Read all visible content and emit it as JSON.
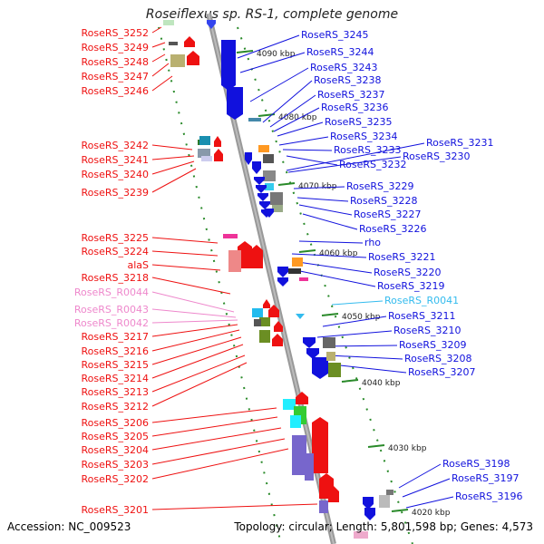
{
  "title": "Roseiflexus sp. RS-1, complete genome",
  "footer": {
    "accession": "Accession: NC_009523",
    "summary": "Topology: circular; Length: 5,801,598 bp; Genes: 4,573"
  },
  "colors": {
    "forward": "#ee1111",
    "reverse": "#1111dd",
    "rna": "#ee88cc",
    "rna_reverse": "#33bbee",
    "axis": "#888888",
    "tick": "#228822"
  },
  "kbp_ticks": [
    "4090 kbp",
    "4080 kbp",
    "4070 kbp",
    "4060 kbp",
    "4050 kbp",
    "4040 kbp",
    "4030 kbp",
    "4020 kbp"
  ],
  "left_labels": [
    {
      "text": "RoseRS_3252",
      "kind": "forward"
    },
    {
      "text": "RoseRS_3249",
      "kind": "forward"
    },
    {
      "text": "RoseRS_3248",
      "kind": "forward"
    },
    {
      "text": "RoseRS_3247",
      "kind": "forward"
    },
    {
      "text": "RoseRS_3246",
      "kind": "forward"
    },
    {
      "text": "RoseRS_3242",
      "kind": "forward"
    },
    {
      "text": "RoseRS_3241",
      "kind": "forward"
    },
    {
      "text": "RoseRS_3240",
      "kind": "forward"
    },
    {
      "text": "RoseRS_3239",
      "kind": "forward"
    },
    {
      "text": "RoseRS_3225",
      "kind": "forward"
    },
    {
      "text": "RoseRS_3224",
      "kind": "forward"
    },
    {
      "text": "alaS",
      "kind": "forward"
    },
    {
      "text": "RoseRS_3218",
      "kind": "forward"
    },
    {
      "text": "RoseRS_R0044",
      "kind": "rna"
    },
    {
      "text": "RoseRS_R0043",
      "kind": "rna"
    },
    {
      "text": "RoseRS_R0042",
      "kind": "rna"
    },
    {
      "text": "RoseRS_3217",
      "kind": "forward"
    },
    {
      "text": "RoseRS_3216",
      "kind": "forward"
    },
    {
      "text": "RoseRS_3215",
      "kind": "forward"
    },
    {
      "text": "RoseRS_3214",
      "kind": "forward"
    },
    {
      "text": "RoseRS_3213",
      "kind": "forward"
    },
    {
      "text": "RoseRS_3212",
      "kind": "forward"
    },
    {
      "text": "RoseRS_3206",
      "kind": "forward"
    },
    {
      "text": "RoseRS_3205",
      "kind": "forward"
    },
    {
      "text": "RoseRS_3204",
      "kind": "forward"
    },
    {
      "text": "RoseRS_3203",
      "kind": "forward"
    },
    {
      "text": "RoseRS_3202",
      "kind": "forward"
    },
    {
      "text": "RoseRS_3201",
      "kind": "forward"
    }
  ],
  "right_labels": [
    {
      "text": "RoseRS_3245",
      "kind": "reverse"
    },
    {
      "text": "RoseRS_3244",
      "kind": "reverse"
    },
    {
      "text": "RoseRS_3243",
      "kind": "reverse"
    },
    {
      "text": "RoseRS_3238",
      "kind": "reverse"
    },
    {
      "text": "RoseRS_3237",
      "kind": "reverse"
    },
    {
      "text": "RoseRS_3236",
      "kind": "reverse"
    },
    {
      "text": "RoseRS_3235",
      "kind": "reverse"
    },
    {
      "text": "RoseRS_3234",
      "kind": "reverse"
    },
    {
      "text": "RoseRS_3233",
      "kind": "reverse"
    },
    {
      "text": "RoseRS_3232",
      "kind": "reverse"
    },
    {
      "text": "RoseRS_3231",
      "kind": "reverse"
    },
    {
      "text": "RoseRS_3230",
      "kind": "reverse"
    },
    {
      "text": "RoseRS_3229",
      "kind": "reverse"
    },
    {
      "text": "RoseRS_3228",
      "kind": "reverse"
    },
    {
      "text": "RoseRS_3227",
      "kind": "reverse"
    },
    {
      "text": "RoseRS_3226",
      "kind": "reverse"
    },
    {
      "text": "rho",
      "kind": "reverse"
    },
    {
      "text": "RoseRS_3221",
      "kind": "reverse"
    },
    {
      "text": "RoseRS_3220",
      "kind": "reverse"
    },
    {
      "text": "RoseRS_3219",
      "kind": "reverse"
    },
    {
      "text": "RoseRS_R0041",
      "kind": "rna_reverse"
    },
    {
      "text": "RoseRS_3211",
      "kind": "reverse"
    },
    {
      "text": "RoseRS_3210",
      "kind": "reverse"
    },
    {
      "text": "RoseRS_3209",
      "kind": "reverse"
    },
    {
      "text": "RoseRS_3208",
      "kind": "reverse"
    },
    {
      "text": "RoseRS_3207",
      "kind": "reverse"
    },
    {
      "text": "RoseRS_3198",
      "kind": "reverse"
    },
    {
      "text": "RoseRS_3197",
      "kind": "reverse"
    },
    {
      "text": "RoseRS_3196",
      "kind": "reverse"
    }
  ]
}
